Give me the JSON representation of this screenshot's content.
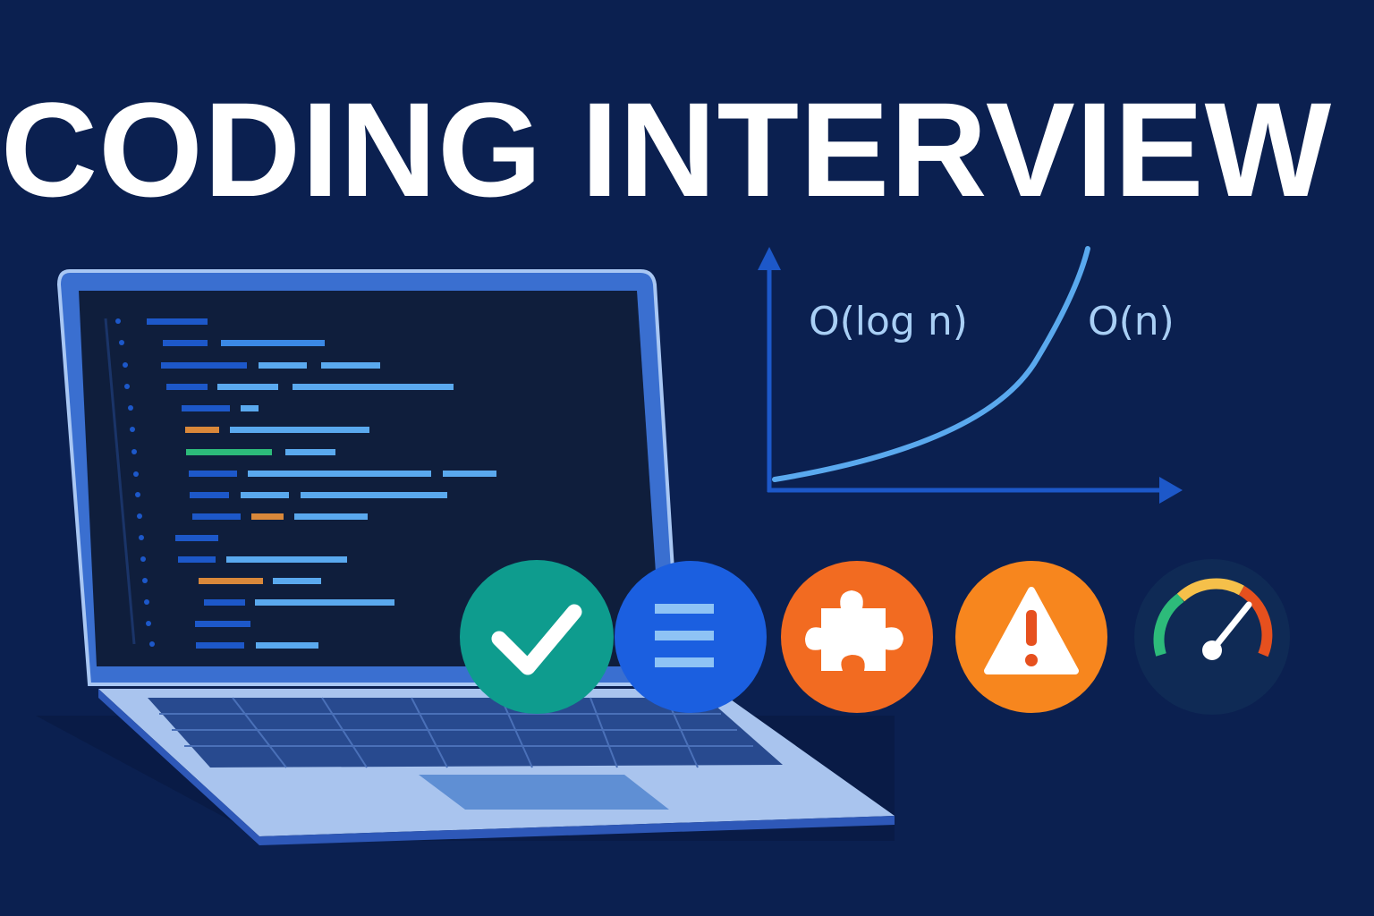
{
  "title": "CODING INTERVIEW",
  "complexity": {
    "label_log": "O(log n)",
    "label_linear": "O(n)"
  },
  "icons": [
    {
      "name": "checkmark-icon",
      "color": "#0e9c8e"
    },
    {
      "name": "list-icon",
      "color": "#1b5fe0"
    },
    {
      "name": "puzzle-icon",
      "color": "#f26b21"
    },
    {
      "name": "warning-icon",
      "color": "#f7861e"
    },
    {
      "name": "speedometer-icon",
      "color": "#0f2a55"
    }
  ],
  "colors": {
    "background": "#0b2050",
    "laptop_frame": "#3a6fd0",
    "screen": "#0f1e3c",
    "curve": "#5aa9ee",
    "axis": "#1d58c9"
  }
}
